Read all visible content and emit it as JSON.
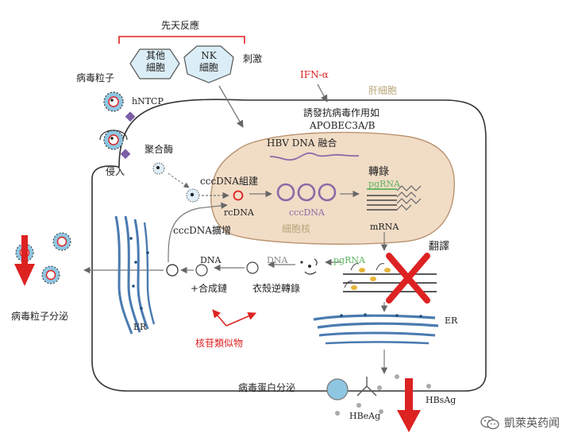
{
  "labels": {
    "innate_response": "先天反應",
    "other_cells_line1": "其他",
    "other_cells_line2": "細胞",
    "nk_line1": "NK",
    "nk_line2": "細胞",
    "stimulation": "刺激",
    "virion": "病毒粒子",
    "hntcp": "hNTCP",
    "entry": "侵入",
    "ifn": "IFN-α",
    "hepatocyte": "肝細胞",
    "induced_antiviral_line1": "誘發抗病毒作用如",
    "induced_antiviral_line2": "APOBEC3A/B",
    "polymerase": "聚合酶",
    "hbv_integration": "HBV DNA 融合",
    "cccdna_formation": "cccDNA組建",
    "rcdna": "rcDNA",
    "cccdna": "cccDNA",
    "transcription": "轉錄",
    "pgrna_top": "pgRNA",
    "mrna": "mRNA",
    "nucleus": "細胞核",
    "cccdna_amplification": "cccDNA擴增",
    "translation": "翻譯",
    "dna_left": "DNA",
    "dna_mid": "DNA",
    "pgrna_mid": "pgRNA",
    "plus_strand": "+合成鏈",
    "encapsidation_rt": "衣殼逆轉錄",
    "er_left": "ER",
    "er_right": "ER",
    "virion_secretion": "病毒粒子分泌",
    "nucleoside_analogs": "核苷類似物",
    "viral_protein_secretion": "病毒蛋白分泌",
    "hbeag": "HBeAg",
    "hbsag": "HBsAg",
    "watermark": "凱萊英药闻"
  },
  "colors": {
    "red": "#dd2222",
    "nucleus_fill": "#f1dcc6",
    "nucleus_stroke": "#b99472",
    "cell_stroke": "#333333",
    "er_blue": "#4a7bb0",
    "purple": "#8a6aa6",
    "green": "#5db35d",
    "virion_blue": "#8fc6e2"
  },
  "icons": [
    "hexagon-cell-icon",
    "virion-icon",
    "receptor-icon",
    "er-icon",
    "down-arrow-icon",
    "cross-mark-icon",
    "wechat-icon"
  ]
}
